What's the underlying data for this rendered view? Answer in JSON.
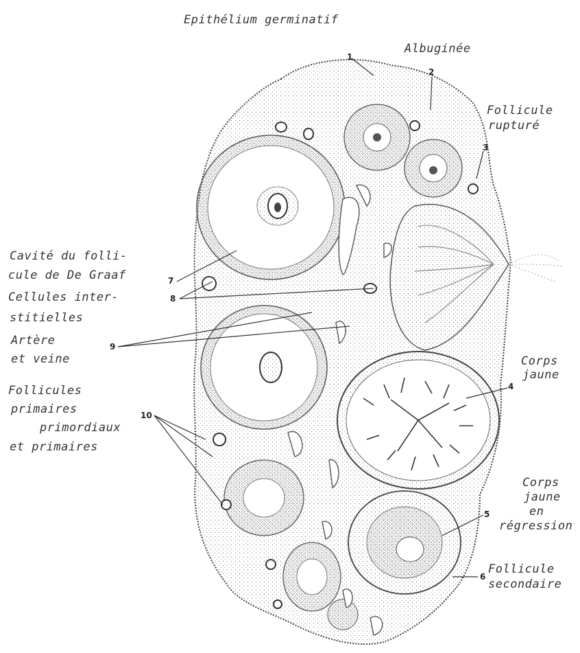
{
  "labels": {
    "epithelium": "Epithélium germinatif",
    "albuginee": "Albuginée",
    "follicule_rupture_1": "Follicule",
    "follicule_rupture_2": "rupturé",
    "cavite_1": "Cavité du folli-",
    "cavite_2": "cule de De Graaf",
    "cellules_1": "Cellules inter-",
    "cellules_2": "stitielles",
    "artere_1": "Artère",
    "artere_2": "et veine",
    "primaires_1": "Follicules",
    "primaires_2": "primaires",
    "primaires_3": "primordiaux",
    "primaires_4": "et primaires",
    "corps_jaune_1": "Corps",
    "corps_jaune_2": "jaune",
    "regression_1": "Corps",
    "regression_2": "jaune",
    "regression_3": "en",
    "regression_4": "régression",
    "secondaire_1": "Follicule",
    "secondaire_2": "secondaire"
  },
  "numbers": {
    "n1": "1",
    "n2": "2",
    "n3": "3",
    "n4": "4",
    "n5": "5",
    "n6": "6",
    "n7": "7",
    "n8": "8",
    "n9": "9",
    "n10": "10"
  },
  "colors": {
    "ink": "#333333",
    "stipple": "#8a8a8a",
    "dark": "#222222"
  }
}
